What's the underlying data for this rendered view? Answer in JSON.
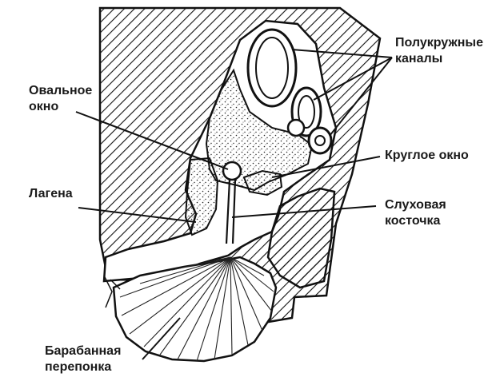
{
  "labels": {
    "semicircular_canals": [
      "Полукружные",
      "каналы"
    ],
    "oval_window": [
      "Овальное",
      "окно"
    ],
    "round_window": [
      "Круглое окно"
    ],
    "lagena": [
      "Лагена"
    ],
    "ossicle": [
      "Слуховая",
      "косточка"
    ],
    "tympanic_membrane": [
      "Барабанная",
      "перепонка"
    ]
  }
}
